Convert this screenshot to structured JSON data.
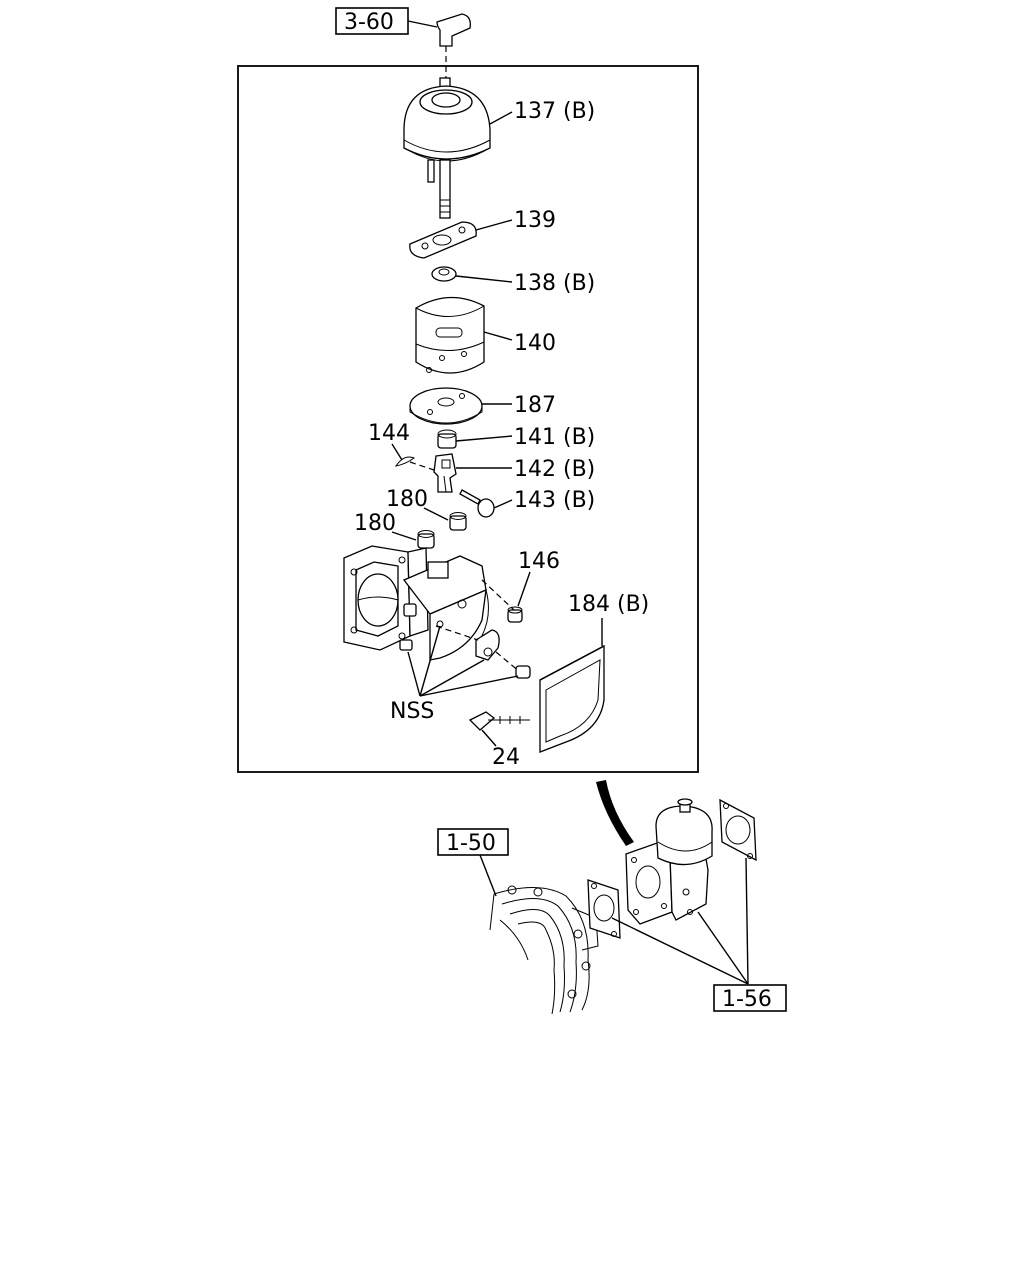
{
  "references": {
    "top": "3-60",
    "intake": "1-50",
    "gasket": "1-56"
  },
  "callouts": {
    "p137": "137 (B)",
    "p139": "139",
    "p138": "138 (B)",
    "p140": "140",
    "p187": "187",
    "p144": "144",
    "p141": "141 (B)",
    "p142": "142 (B)",
    "p180a": "180",
    "p143": "143 (B)",
    "p180b": "180",
    "p146": "146",
    "p184": "184 (B)",
    "nss": "NSS",
    "p24": "24"
  }
}
